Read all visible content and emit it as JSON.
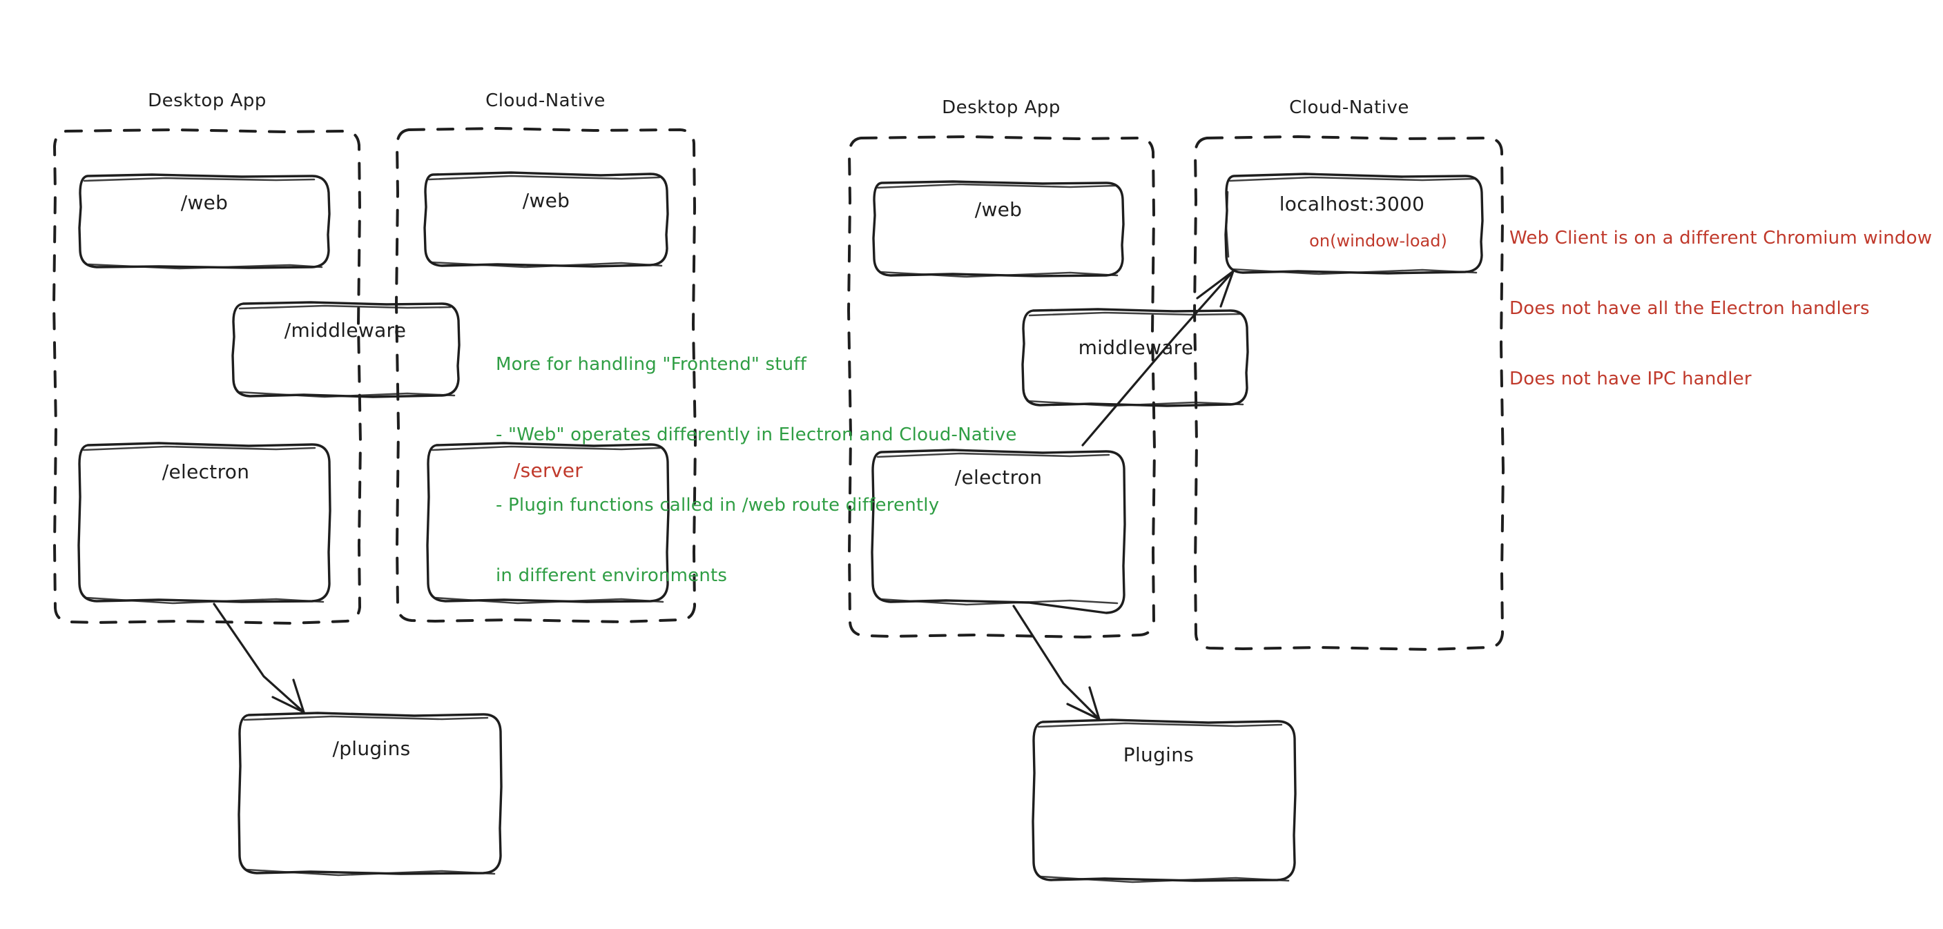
{
  "diagram": {
    "title_hidden": "Electron vs Cloud-Native architecture sketch",
    "colors": {
      "stroke": "#1e1e1e",
      "green": "#2f9e44",
      "red": "#c0392b",
      "background": "#ffffff"
    }
  },
  "left_diagram": {
    "groups": [
      {
        "id": "left-desktop",
        "label": "Desktop App"
      },
      {
        "id": "left-cloud",
        "label": "Cloud-Native"
      }
    ],
    "boxes": [
      {
        "id": "left-desktop-web",
        "label": "/web",
        "color": "black"
      },
      {
        "id": "left-cloud-web",
        "label": "/web",
        "color": "black"
      },
      {
        "id": "left-middleware",
        "label": "/middleware",
        "color": "black"
      },
      {
        "id": "left-electron",
        "label": "/electron",
        "color": "black"
      },
      {
        "id": "left-server",
        "label": "/server",
        "color": "red"
      },
      {
        "id": "left-plugins",
        "label": "/plugins",
        "color": "black"
      }
    ],
    "arrows": [
      {
        "id": "left-electron-to-plugins",
        "from": "/electron",
        "to": "/plugins"
      }
    ]
  },
  "right_diagram": {
    "groups": [
      {
        "id": "right-desktop",
        "label": "Desktop App"
      },
      {
        "id": "right-cloud",
        "label": "Cloud-Native"
      }
    ],
    "boxes": [
      {
        "id": "right-desktop-web",
        "label": "/web",
        "color": "black"
      },
      {
        "id": "right-localhost",
        "label": "localhost:3000",
        "sublabel": "on(window-load)",
        "color": "black",
        "sub_color": "red"
      },
      {
        "id": "right-middleware",
        "label": "middleware",
        "color": "black"
      },
      {
        "id": "right-electron",
        "label": "/electron",
        "color": "black"
      },
      {
        "id": "right-plugins",
        "label": "Plugins",
        "color": "black"
      }
    ],
    "arrows": [
      {
        "id": "right-electron-to-localhost",
        "from": "/electron",
        "to": "localhost:3000"
      },
      {
        "id": "right-electron-to-plugins",
        "from": "/electron",
        "to": "Plugins"
      }
    ]
  },
  "annotations": {
    "green_note": {
      "color": "#2f9e44",
      "lines": [
        "More for handling \"Frontend\" stuff",
        "- \"Web\" operates differently in Electron and Cloud-Native",
        "- Plugin functions called in /web route differently",
        "in different environments"
      ]
    },
    "red_note": {
      "color": "#c0392b",
      "lines": [
        "Web Client is on a different Chromium window",
        "Does not have all the Electron handlers",
        "Does not have IPC handler"
      ]
    }
  }
}
